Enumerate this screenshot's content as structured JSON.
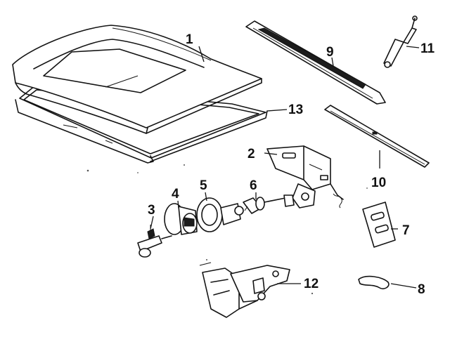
{
  "callouts": [
    {
      "id": "1",
      "part": "hood-panel"
    },
    {
      "id": "2",
      "part": "latch"
    },
    {
      "id": "3",
      "part": "key"
    },
    {
      "id": "4",
      "part": "lock-cylinder"
    },
    {
      "id": "5",
      "part": "lock-housing"
    },
    {
      "id": "6",
      "part": "striker-bolt"
    },
    {
      "id": "7",
      "part": "bracket-plate"
    },
    {
      "id": "8",
      "part": "clip"
    },
    {
      "id": "9",
      "part": "weatherstrip"
    },
    {
      "id": "10",
      "part": "trim-strip"
    },
    {
      "id": "11",
      "part": "gas-strut"
    },
    {
      "id": "12",
      "part": "hinge"
    },
    {
      "id": "13",
      "part": "seal"
    }
  ]
}
